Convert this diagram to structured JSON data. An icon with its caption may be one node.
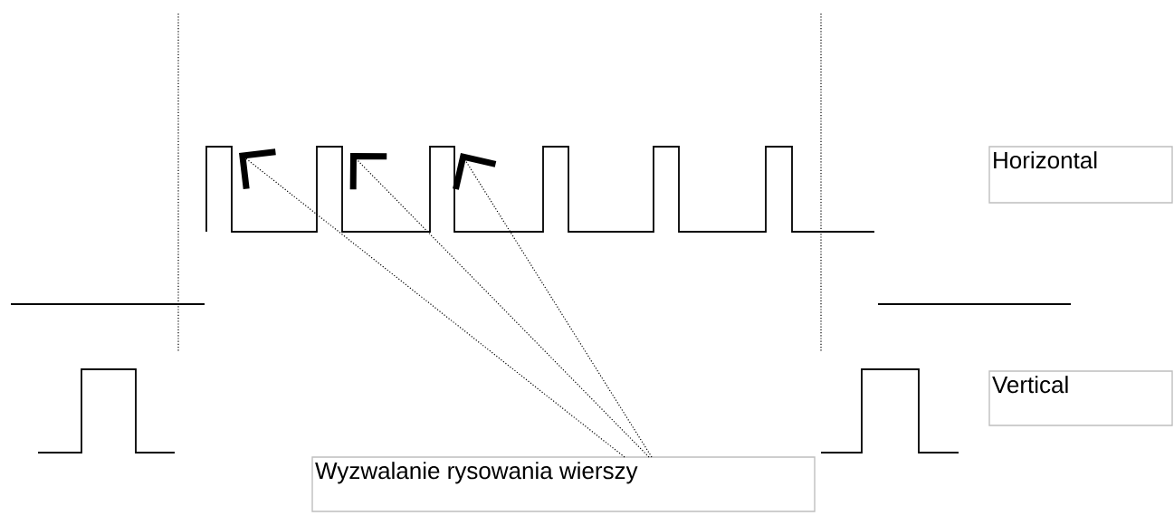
{
  "diagram": {
    "nodes": [
      {
        "text": [
          "Horizontal"
        ]
      },
      {
        "text": [
          "Vertical"
        ]
      },
      {
        "text": [
          "Wyzwalanie rysowania wierszy"
        ]
      }
    ],
    "edges": [
      {
        "from": 2,
        "to": null,
        "arrow": "to",
        "style": "dashed"
      },
      {
        "from": 2,
        "to": null,
        "arrow": "to",
        "style": "dashed"
      },
      {
        "from": 2,
        "to": null,
        "arrow": "to",
        "style": "dashed"
      }
    ]
  }
}
